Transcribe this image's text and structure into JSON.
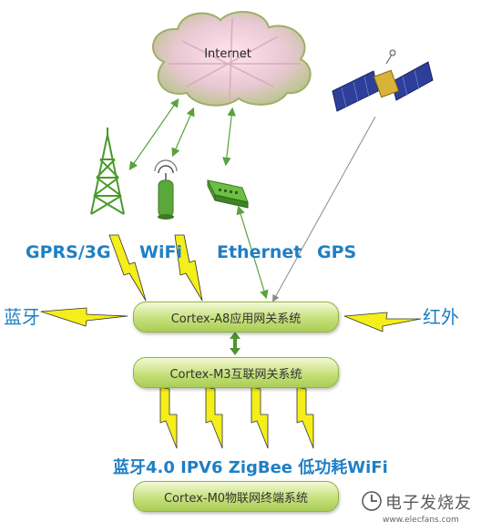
{
  "cloud": {
    "label": "Internet"
  },
  "link_labels": {
    "gprs": "GPRS/3G",
    "wifi": "WiFi",
    "ethernet": "Ethernet",
    "gps": "GPS",
    "bluetooth_left": "蓝牙",
    "infrared_right": "红外"
  },
  "boxes": {
    "a8": "Cortex-A8应用网关系统",
    "m3": "Cortex-M3互联网关系统",
    "m0": "Cortex-M0物联网终端系统"
  },
  "bottom_protocols": "蓝牙4.0 IPV6  ZigBee 低功耗WiFi",
  "watermark": {
    "text": "电子发烧友",
    "url": "www.elecfans.com"
  },
  "colors": {
    "label_blue": "#1f7fc4",
    "box_green": "#c6e07c",
    "bolt_yellow": "#f4ee1a",
    "tower_green": "#4a9a2a"
  },
  "icons": [
    "cloud-icon",
    "tower-icon",
    "wifi-router-icon",
    "ethernet-switch-icon",
    "satellite-icon",
    "lightning-bolt-icon"
  ]
}
